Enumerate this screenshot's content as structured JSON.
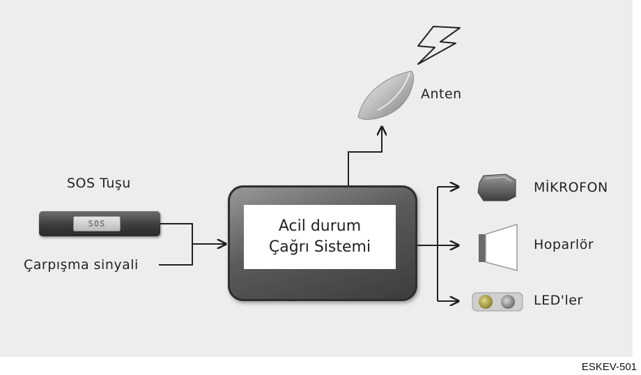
{
  "diagram": {
    "center_box": {
      "line1": "Acil durum",
      "line2": "Çağrı Sistemi"
    },
    "inputs": {
      "sos_label": "SOS Tuşu",
      "sos_button_text": "SOS",
      "crash_label": "Çarpışma sinyali"
    },
    "outputs": {
      "antenna": "Anten",
      "microphone": "MİKROFON",
      "speaker": "Hoparlör",
      "leds": "LED'ler"
    }
  },
  "figure_code": "ESKEV-501",
  "colors": {
    "panel": "#ededed",
    "box_dark": "#3c3c3c",
    "wire": "#1f1f1f",
    "led_yellow": "#b8a64a"
  }
}
